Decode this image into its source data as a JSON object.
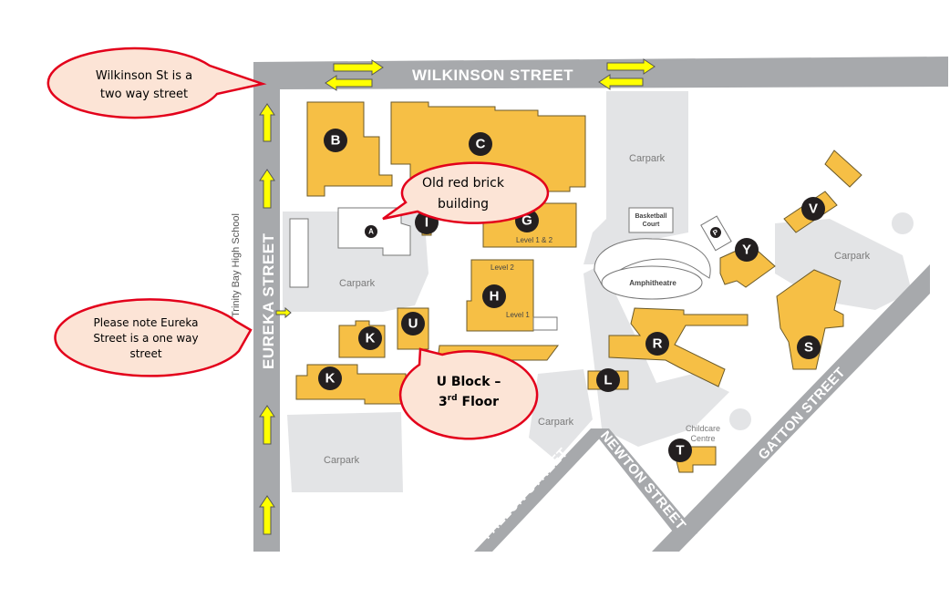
{
  "streets": {
    "wilkinson": "WILKINSON STREET",
    "eureka": "EUREKA STREET",
    "fallon": "FALLON STREET",
    "newton": "NEWTON STREET",
    "gatton": "GATTON STREET"
  },
  "landmarks": {
    "school": "Trinity Bay High School",
    "carpark": "Carpark",
    "basketball_line1": "Basketball",
    "basketball_line2": "Court",
    "amphitheatre": "Amphitheatre",
    "childcare_line1": "Childcare",
    "childcare_line2": "Centre",
    "parking": "P"
  },
  "buildings": {
    "B": "B",
    "C": "C",
    "G": "G",
    "A": "A",
    "I": "I",
    "H": "H",
    "U": "U",
    "K": "K",
    "R": "R",
    "L": "L",
    "Y": "Y",
    "V": "V",
    "S": "S",
    "T": "T"
  },
  "building_notes": {
    "g_level": "Level 1 & 2",
    "h_level2": "Level 2",
    "h_level1": "Level 1"
  },
  "callouts": {
    "wilkinson_line1": "Wilkinson St is a",
    "wilkinson_line2": "two way street",
    "eureka_line1": "Please note Eureka",
    "eureka_line2": "Street is a one way",
    "eureka_line3": "street",
    "brick_line1": "Old red brick",
    "brick_line2": "building",
    "ublock_line1": "U Block –",
    "ublock_line2_num": "3",
    "ublock_line2_sup": "rd",
    "ublock_line2_rest": " Floor"
  },
  "colors": {
    "building": "#f6bf45",
    "road": "#a7a9ac",
    "carpark": "#e3e4e6",
    "arrow": "#ffff00",
    "callout_fill": "#fce4d6",
    "callout_stroke": "#e3001b"
  }
}
